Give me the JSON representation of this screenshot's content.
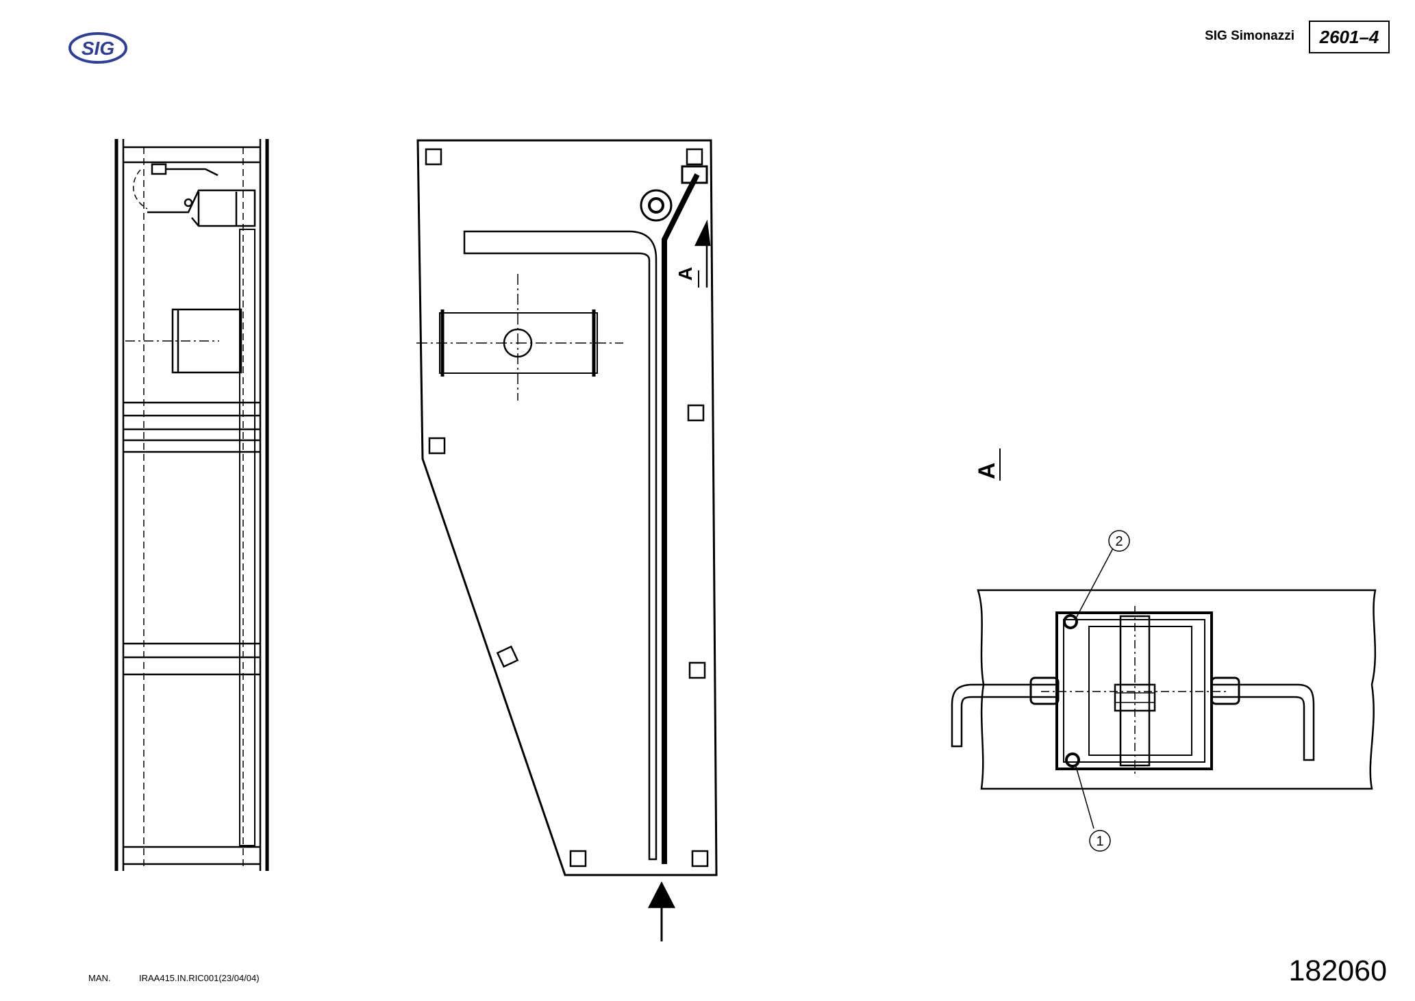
{
  "header": {
    "logo_text": "SIG",
    "brand": "SIG Simonazzi",
    "doc_number": "2601–4"
  },
  "drawing": {
    "section_marker": "A",
    "callouts": [
      "1",
      "2"
    ]
  },
  "footer": {
    "label": "MAN.",
    "code": "IRAA415.IN.RIC001(23/04/04)",
    "page_number": "182060"
  }
}
